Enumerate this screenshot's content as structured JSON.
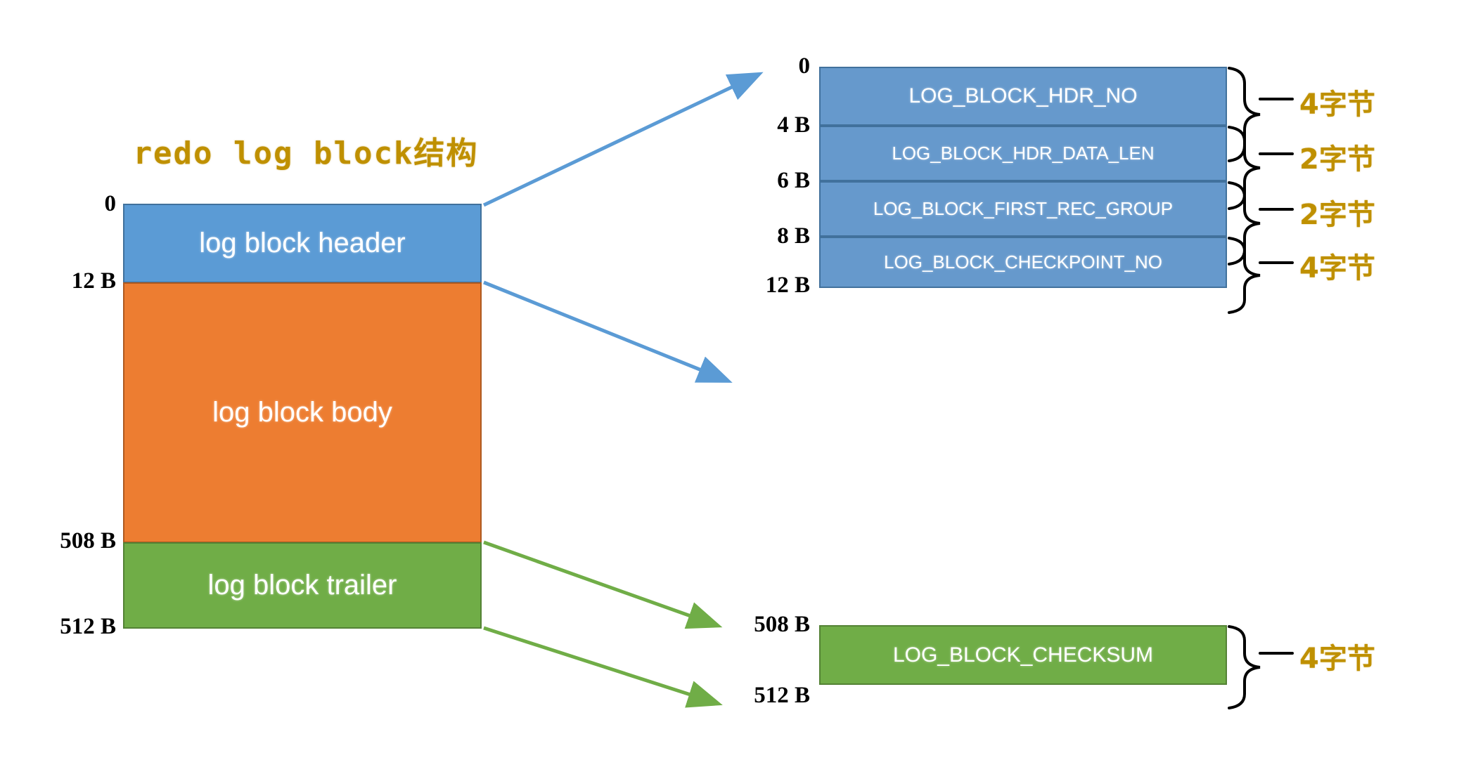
{
  "diagram": {
    "title": "redo log block结构",
    "title_color": "#bf9000",
    "background": "#ffffff"
  },
  "left_block": {
    "name": "redo log block layout",
    "sections": [
      {
        "label": "log block header",
        "color": "#5b9bd5",
        "border": "#41719c",
        "start": "0",
        "end": "12 B"
      },
      {
        "label": "log block body",
        "color": "#ed7d31",
        "border": "#ae5a21",
        "start": "12 B",
        "end": "508 B"
      },
      {
        "label": "log block trailer",
        "color": "#70ad47",
        "border": "#548235",
        "start": "508 B",
        "end": "512 B"
      }
    ],
    "offsets": [
      "0",
      "12 B",
      "508 B",
      "512 B"
    ]
  },
  "header_detail": {
    "panel_color": "#6699cc",
    "panel_border": "#41719c",
    "offsets": [
      "0",
      "4 B",
      "6 B",
      "8 B",
      "12 B"
    ],
    "fields": [
      {
        "name": "LOG_BLOCK_HDR_NO",
        "size": "4字节",
        "start": "0",
        "end": "4 B"
      },
      {
        "name": "LOG_BLOCK_HDR_DATA_LEN",
        "size": "2字节",
        "start": "4 B",
        "end": "6 B"
      },
      {
        "name": "LOG_BLOCK_FIRST_REC_GROUP",
        "size": "2字节",
        "start": "6 B",
        "end": "8 B"
      },
      {
        "name": "LOG_BLOCK_CHECKPOINT_NO",
        "size": "4字节",
        "start": "8 B",
        "end": "12 B"
      }
    ]
  },
  "trailer_detail": {
    "panel_color": "#70ad47",
    "panel_border": "#548235",
    "offsets": [
      "508 B",
      "512 B"
    ],
    "fields": [
      {
        "name": "LOG_BLOCK_CHECKSUM",
        "size": "4字节",
        "start": "508 B",
        "end": "512 B"
      }
    ]
  },
  "connectors": {
    "header_arrow_color": "#5b9bd5",
    "trailer_arrow_color": "#70ad47",
    "brace_color": "#000000"
  }
}
